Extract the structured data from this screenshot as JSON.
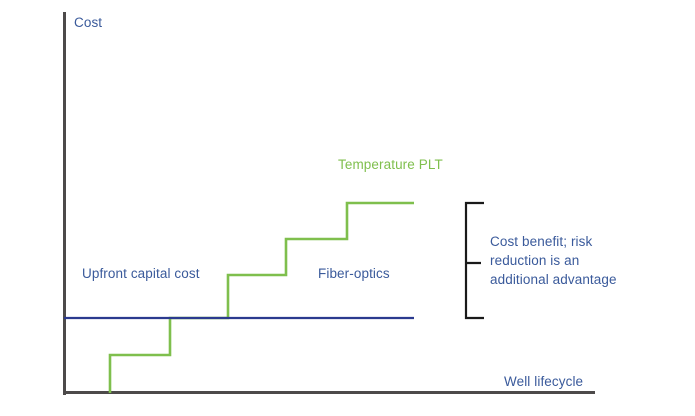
{
  "chart_data": {
    "type": "line",
    "title": "",
    "xlabel": "Well lifecycle",
    "ylabel": "Cost",
    "grid": false,
    "legend_position": "inline-annotations",
    "axis_ranges": {
      "x": [
        0,
        1
      ],
      "y": [
        0,
        1
      ]
    },
    "series": [
      {
        "name": "Temperature PLT",
        "color": "#7fbf4d",
        "style": "step",
        "annotation": "Temperature PLT",
        "points": [
          {
            "x": 110,
            "y": 393
          },
          {
            "x": 110,
            "y": 355
          },
          {
            "x": 170,
            "y": 355
          },
          {
            "x": 170,
            "y": 318
          },
          {
            "x": 228,
            "y": 318
          },
          {
            "x": 228,
            "y": 275
          },
          {
            "x": 286,
            "y": 275
          },
          {
            "x": 286,
            "y": 239
          },
          {
            "x": 347,
            "y": 239
          },
          {
            "x": 347,
            "y": 203
          },
          {
            "x": 414,
            "y": 203
          }
        ]
      },
      {
        "name": "Fiber-optics",
        "color": "#2b3a8f",
        "style": "flat",
        "annotation": "Fiber-optics",
        "points": [
          {
            "x": 64,
            "y": 318
          },
          {
            "x": 414,
            "y": 318
          }
        ]
      }
    ],
    "annotations": [
      {
        "id": "upfront-capital-cost",
        "text": "Upfront capital cost",
        "color": "#3a5a9b",
        "x": 82,
        "y": 264
      },
      {
        "id": "fiber-optics",
        "text": "Fiber-optics",
        "color": "#3a5a9b",
        "x": 318,
        "y": 264
      },
      {
        "id": "temperature-plt",
        "text": "Temperature PLT",
        "color": "#7fbf4d",
        "x": 338,
        "y": 155
      },
      {
        "id": "cost-benefit",
        "text": "Cost benefit; risk reduction is an additional advantage",
        "color": "#3a5a9b",
        "x": 490,
        "y": 232
      }
    ],
    "bracket": {
      "id": "cost-benefit-bracket",
      "color": "#1a1a1a",
      "x": 466,
      "top_y": 203,
      "bottom_y": 318,
      "arm_length": 18,
      "tick_y": 263,
      "tick_length": 15
    }
  },
  "axes": {
    "y_label": "Cost",
    "x_label": "Well lifecycle",
    "color": "#4d4a4a"
  },
  "labels": {
    "cost": "Cost",
    "upfront_capital_cost": "Upfront capital cost",
    "fiber_optics": "Fiber-optics",
    "temperature_plt": "Temperature PLT",
    "well_lifecycle": "Well lifecycle",
    "cost_benefit": "Cost benefit; risk reduction is an additional advantage"
  },
  "colors": {
    "green_series": "#7fbf4d",
    "blue_series": "#2b3a8f",
    "label_blue": "#3a5a9b",
    "axis_gray": "#4d4a4a",
    "bracket_black": "#1a1a1a",
    "background": "#ffffff"
  }
}
